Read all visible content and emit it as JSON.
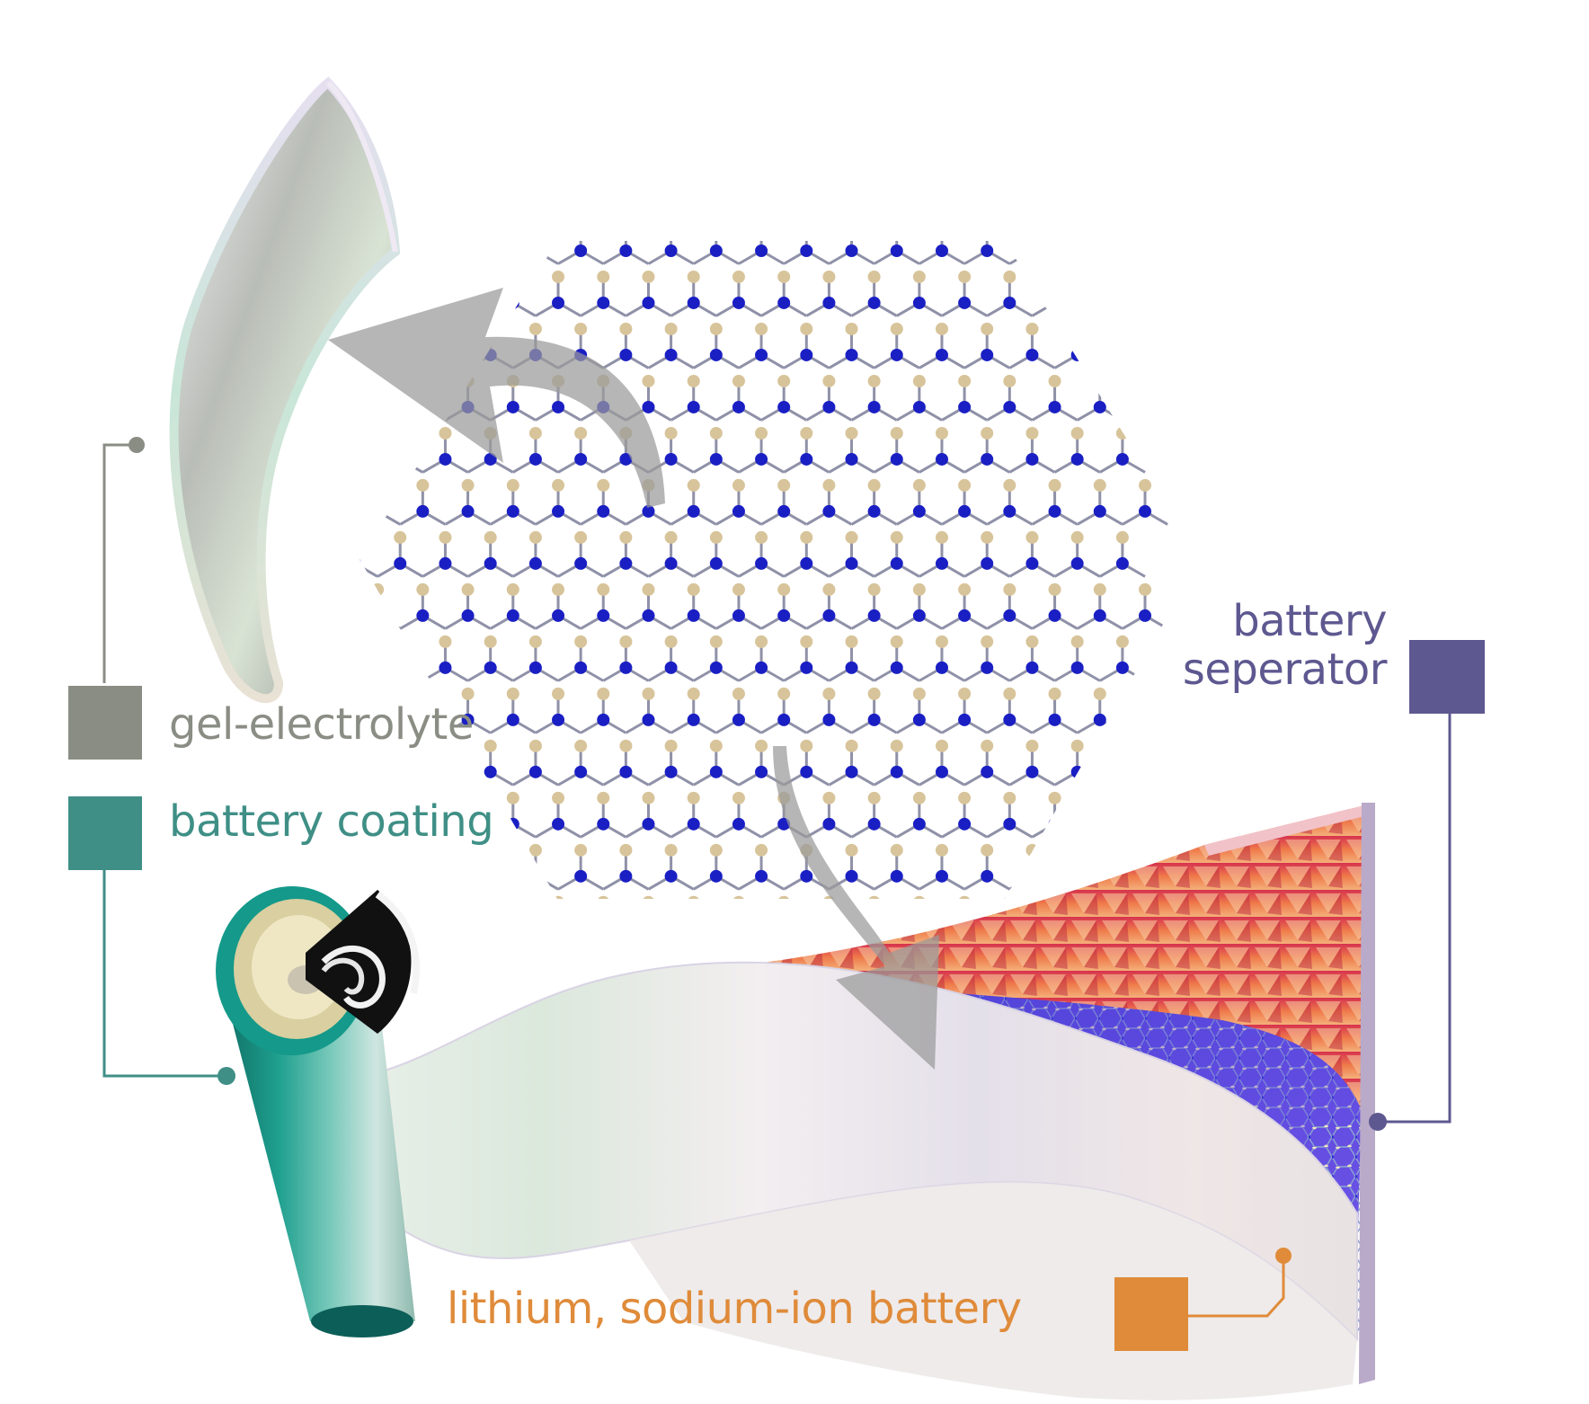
{
  "labels": {
    "gel_electrolyte": "gel-electrolyte",
    "battery_coating": "battery coating",
    "battery_separator_line1": "battery",
    "battery_separator_line2": "seperator",
    "li_na_ion_battery": "lithium, sodium-ion battery"
  },
  "colors": {
    "gel_electrolyte": "#8a8d84",
    "battery_coating": "#3f8f86",
    "battery_separator": "#5e5890",
    "li_na_ion_battery": "#df8b3a",
    "atom_n": "#1a1fc4",
    "atom_b": "#d8c49a",
    "bond": "#8f91a8",
    "flow_arrow": "#9a9a9a"
  },
  "icons": {
    "lattice": "hexagonal-boron-nitride-lattice-icon",
    "gel": "curved-gel-film-icon",
    "battery": "rolled-cylindrical-battery-icon",
    "arrow": "curved-flow-arrow-icon"
  }
}
